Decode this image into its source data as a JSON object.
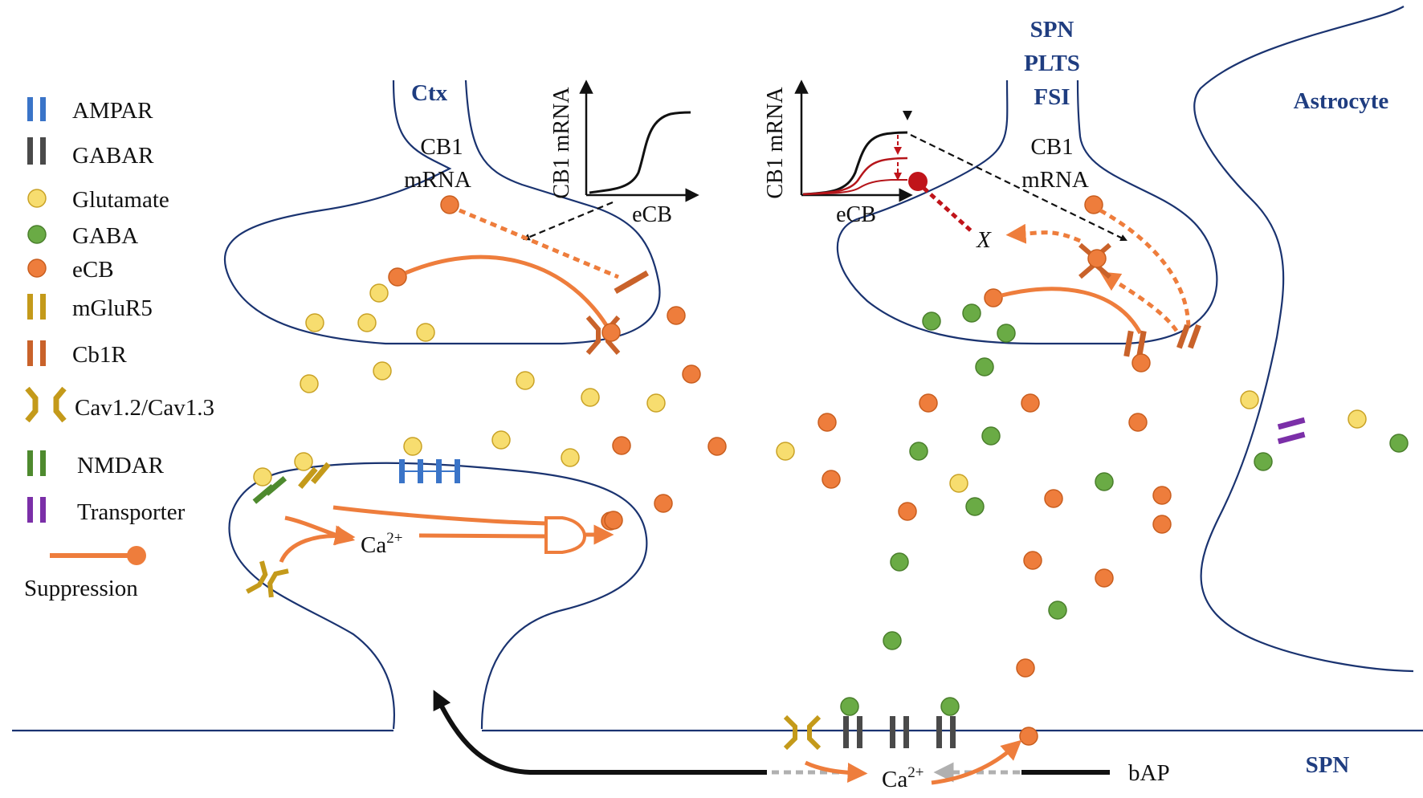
{
  "legend": {
    "ampar": "AMPAR",
    "gabar": "GABAR",
    "glutamate": "Glutamate",
    "gaba": "GABA",
    "ecb": "eCB",
    "mglur5": "mGluR5",
    "cb1r": "Cb1R",
    "cav": "Cav1.2/Cav1.3",
    "nmdar": "NMDAR",
    "transporter": "Transporter",
    "suppression": "Suppression"
  },
  "labels": {
    "ctx": "Ctx",
    "spn_top": "SPN",
    "plts": "PLTS",
    "fsi": "FSI",
    "astrocyte": "Astrocyte",
    "spn_bottom": "SPN",
    "cb1_left_line1": "CB1",
    "cb1_left_line2": "mRNA",
    "cb1_right_line1": "CB1",
    "cb1_right_line2": "mRNA",
    "ca_left": "Ca",
    "ca_left_sup": "2+",
    "ca_bottom": "Ca",
    "ca_bottom_sup": "2+",
    "bap": "bAP",
    "x_mark": "X"
  },
  "inset_left": {
    "ylabel": "CB1 mRNA",
    "xlabel": "eCB"
  },
  "inset_right": {
    "ylabel": "CB1 mRNA",
    "xlabel": "eCB"
  },
  "colors": {
    "membrane": "#1a3370",
    "label_blue": "#1f3d80",
    "ampar": "#3a74c8",
    "gabar": "#4a4a4a",
    "glutamate": "#f7dd6f",
    "gaba": "#6aab45",
    "ecb": "#ee7d3c",
    "mglur5": "#c49a1a",
    "cb1r": "#c9622a",
    "nmdar": "#4e8a2e",
    "transporter": "#7b2fa8",
    "suppression": "#ee7d3c",
    "inhibition_red": "#c0141a"
  }
}
